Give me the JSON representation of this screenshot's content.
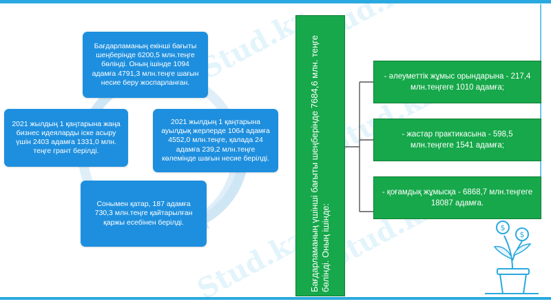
{
  "colors": {
    "blue_box": "#1e8fde",
    "green_box": "#16a84a",
    "accent": "#29a9df"
  },
  "cycle": {
    "top": "Бағдарламаның екінші бағыты шеңберінде 6200,5 млн.теңге бөлінді. Оның ішінде 1094 адамға 4791,3 млн.теңге шағын несие беру жоспарланған.",
    "right": "2021 жылдың 1 қаңтарына ауылдық жерлерде 1064 адамға 4552,0 млн.теңге, қалада 24 адамға 239,2 млн.теңге көлемінде шағын несие берілді.",
    "left": "2021 жылдың 1 қаңтарына жаңа бизнес идеяларды іске асыру үшін 2403 адамға 1331,0 млн. теңге грант берілді.",
    "bottom": "Сонымен қатар, 187 адамға 730,3 млн.теңге қайтарылған қаржы есебінен берілді."
  },
  "third_direction": {
    "title": "Бағдарламаның үшінші бағыты шеңберінде 7684,6 млн. теңге бөлінді. Оның ішінде:",
    "items": [
      "- әлеуметтік жұмыс орындарына - 217,4 млн.теңгеге 1010 адамға;",
      "- жастар практикасына - 598,5 млн.теңгеге 1541 адамға;",
      "- қоғамдық жұмысқа - 6868,7 млн.теңгеге 18087 адамға."
    ]
  },
  "watermark": "Stud.kz",
  "icons": {
    "cycle": "cycle-arrow-icon",
    "plant": "money-plant-icon",
    "coin": "dollar-coin-icon"
  }
}
